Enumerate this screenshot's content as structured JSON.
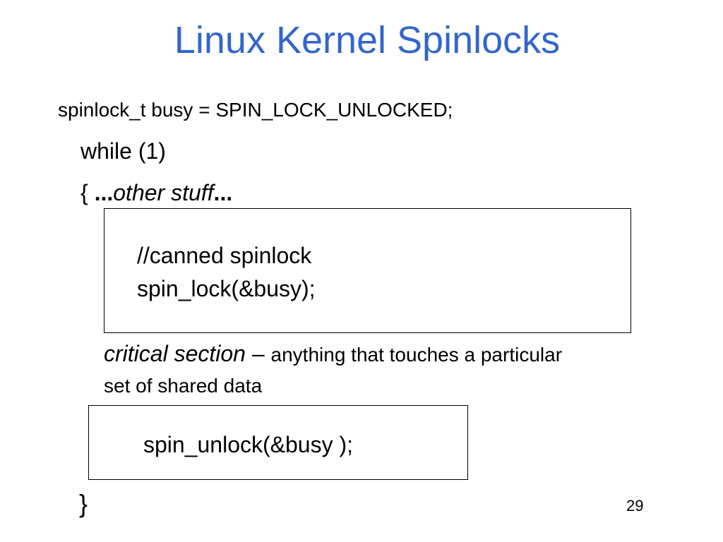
{
  "slide": {
    "title": "Linux Kernel Spinlocks",
    "declaration": "spinlock_t busy = SPIN_LOCK_UNLOCKED;",
    "loop_header": "while (1)",
    "open_brace": "{ ",
    "ellipsis_before": "...",
    "other_stuff": "other stuff",
    "ellipsis_after": "...",
    "lock_box": {
      "comment": "//canned spinlock",
      "call": "spin_lock(&busy);"
    },
    "critical_section": {
      "term": "critical section",
      "dash": " – ",
      "description_line1": "anything that touches a particular",
      "description_line2": "set of shared data"
    },
    "unlock_box": {
      "call": "spin_unlock(&busy );"
    },
    "close_brace": "}",
    "page_number": "29"
  }
}
